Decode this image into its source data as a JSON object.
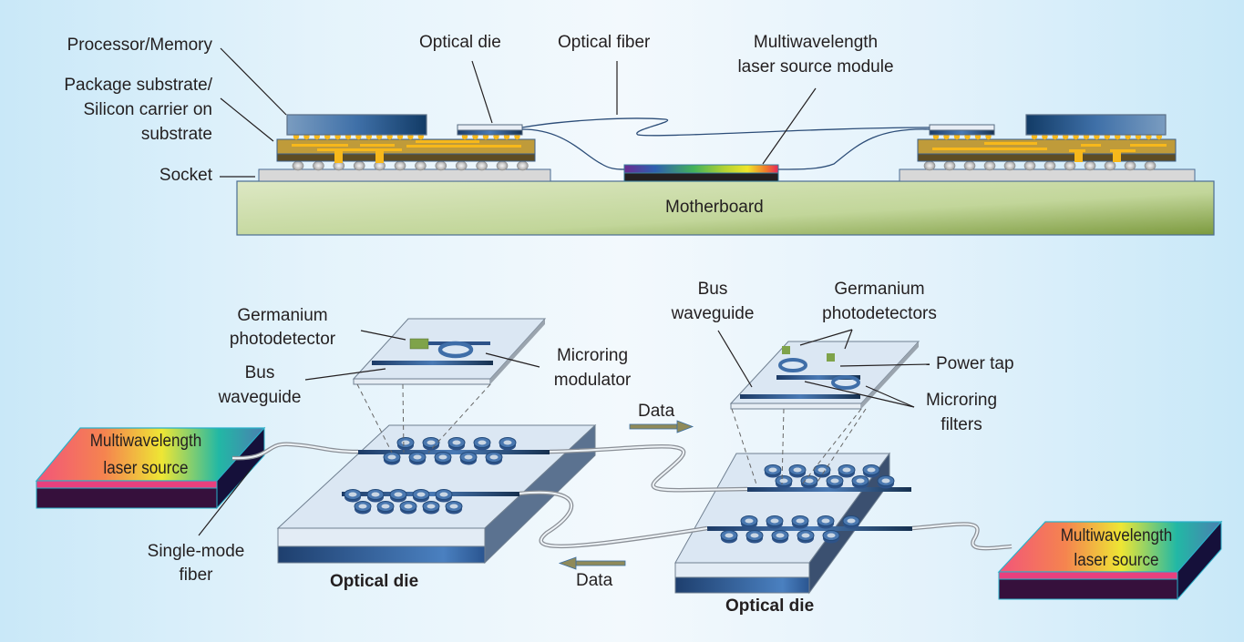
{
  "top_section": {
    "labels": {
      "processor_memory": "Processor/Memory",
      "package_substrate_line1": "Package substrate/",
      "package_substrate_line2": "Silicon carrier on",
      "package_substrate_line3": "substrate",
      "socket": "Socket",
      "optical_die": "Optical die",
      "optical_fiber": "Optical fiber",
      "laser_module_line1": "Multiwavelength",
      "laser_module_line2": "laser source module",
      "motherboard": "Motherboard"
    }
  },
  "bottom_section": {
    "left_inset": {
      "germanium_line1": "Germanium",
      "germanium_line2": "photodetector",
      "bus_line1": "Bus",
      "bus_line2": "waveguide",
      "microring_line1": "Microring",
      "microring_line2": "modulator"
    },
    "right_inset": {
      "bus_line1": "Bus",
      "bus_line2": "waveguide",
      "germanium_line1": "Germanium",
      "germanium_line2": "photodetectors",
      "power_tap": "Power tap",
      "filters_line1": "Microring",
      "filters_line2": "filters"
    },
    "data_right": "Data",
    "data_left": "Data",
    "laser_left_line1": "Multiwavelength",
    "laser_left_line2": "laser source",
    "laser_right_line1": "Multiwavelength",
    "laser_right_line2": "laser source",
    "single_mode_line1": "Single-mode",
    "single_mode_line2": "fiber",
    "optical_die_left": "Optical die",
    "optical_die_right": "Optical die"
  },
  "colors": {
    "chip_blue": "#1f4f82",
    "substrate_gold": "#bf9b3a",
    "motherboard_green": "#b6cc8c",
    "bump_yellow": "#f7b81b",
    "arrow_olive": "#8f8a5a"
  }
}
